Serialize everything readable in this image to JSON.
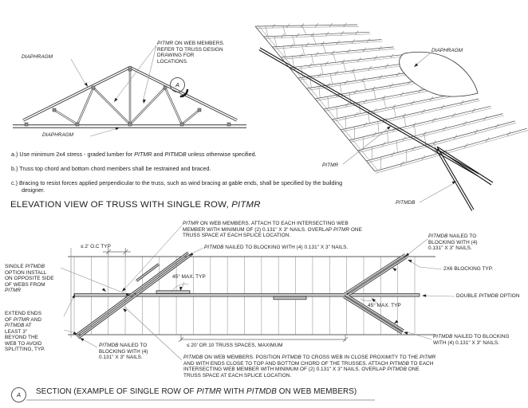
{
  "colors": {
    "background": "#ffffff",
    "line": "#2f2f2f",
    "member_fill": "#c9c9c9",
    "leader": "#8a8a8a"
  },
  "elevation": {
    "title": "ELEVATION VIEW OF TRUSS WITH SINGLE ROW, PITMR",
    "marker": "A",
    "labels": {
      "diaphragm_top": "DIAPHRAGM",
      "diaphragm_bottom": "DIAPHRAGM",
      "pitmr_note": "PITMR ON WEB MEMBERS. REFER TO TRUSS DESIGN DRAWING FOR LOCATIONS."
    }
  },
  "perspective": {
    "labels": {
      "diaphragm": "DIAPHRAGM",
      "pitmr": "PITMR",
      "pitmdb": "PITMDB"
    }
  },
  "notes": {
    "a": "a.) Use minimum 2x4 stress - graded lumber for PITMR and PITMDB unless otherwise specified.",
    "b": "b.) Truss top chord and bottom chord members shall be restrained and braced.",
    "c": "c.) Bracing to resist forces applied perpendicular to the truss, such as wind bracing at gable ends, shall be specified by the building designer."
  },
  "section": {
    "title": "SECTION (EXAMPLE OF SINGLE ROW OF PITMR WITH PITMDB ON WEB MEMBERS)",
    "marker": "A",
    "labels": {
      "pitmr_web": "PITMR ON WEB MEMBERS. ATTACH TO EACH INTERSECTING WEB MEMBER WITH MINIMUM OF (2) 0.131\" X 3\" NAILS. OVERLAP PITMR ONE TRUSS SPACE AT EACH SPLICE LOCATION.",
      "pitmdb_blocking": "PITMDB NAILED TO BLOCKING WITH  (4) 0.131\" X 3\" NAILS.",
      "oc_typ": "≤  2' O.C TYP",
      "single_option": "SINGLE PITMDB OPTION INSTALL ON OPPOSITE SIDE OF WEBS FROM PITMR",
      "extend_ends": "EXTEND ENDS OF PITMR AND PITMDB AT LEAST 3\" BEYOND THE WEB TO AVOID SPLITTING, TYP.",
      "angle_typ": "45° MAX. TYP",
      "blocking_2x6": "2X6 BLOCKING TYP.",
      "double_option": "DOUBLE PITMDB OPTION",
      "truss_spaces": "≤  20' OR 10 TRUSS SPACES, MAXIMUM",
      "pitmdb_web": "PITMDB ON WEB MEMBERS. POSITION PITMDB TO CROSS WEB IN CLOSE PROXIMITY TO THE PITMR AND WITH ENDS CLOSE TO TOP AND BOTTOM CHORD OF THE TRUSSES. ATTACH PITMDB TO EACH INTERSECTING WEB MEMBER WITH MINIMUM OF (2) 0.131\" X 3\" NAILS. OVERLAP PITMDB ONE TRUSS SPACE AT EACH SPLICE LOCATION."
    }
  }
}
